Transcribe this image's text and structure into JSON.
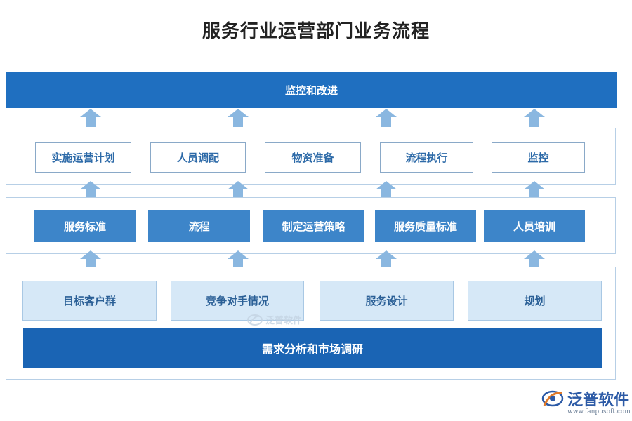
{
  "title": "服务行业运营部门业务流程",
  "top_banner": "监控和改进",
  "execution_row": [
    "实施运营计划",
    "人员调配",
    "物资准备",
    "流程执行",
    "监控"
  ],
  "standards_row": [
    "服务标准",
    "流程",
    "制定运营策略",
    "服务质量标准",
    "人员培训"
  ],
  "research_row": [
    "目标客户群",
    "竞争对手情况",
    "服务设计",
    "规划"
  ],
  "bottom_banner": "需求分析和市场调研",
  "watermark": {
    "center_text": "泛普软件",
    "logo_text": "泛普软件",
    "logo_url": "www.fanpusoft.com"
  },
  "colors": {
    "banner": "#1f6fc0",
    "solid_box": "#3d85c9",
    "light_box": "#d6e8f7",
    "arrow": "#8ab7e0"
  }
}
